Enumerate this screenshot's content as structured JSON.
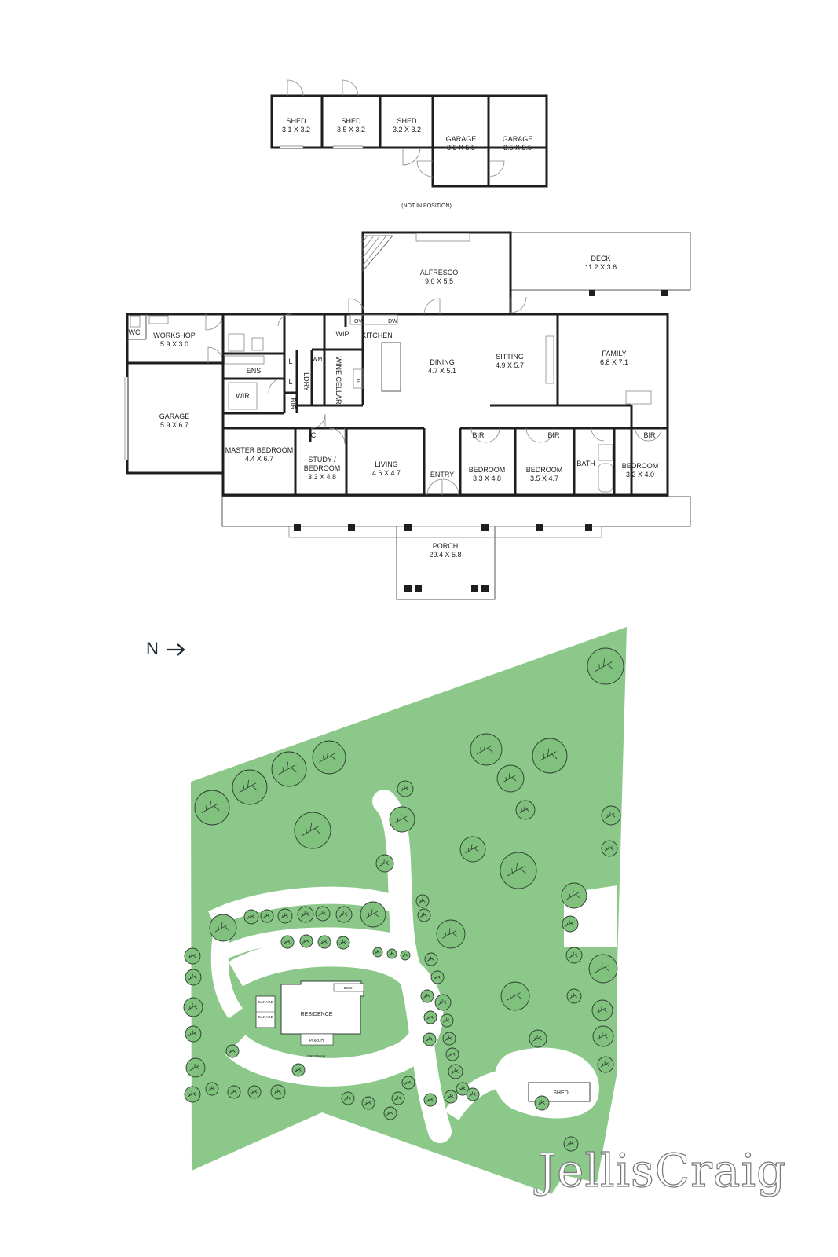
{
  "outbuildings": {
    "shed1": {
      "name": "SHED",
      "size": "3.1 X 3.2"
    },
    "shed2": {
      "name": "SHED",
      "size": "3.5 X 3.2"
    },
    "shed3": {
      "name": "SHED",
      "size": "3.2 X 3.2"
    },
    "garage1": {
      "name": "GARAGE",
      "size": "3.3 X 5.5"
    },
    "garage2": {
      "name": "GARAGE",
      "size": "3.5 X 5.5"
    },
    "note": "(NOT IN POSITION)"
  },
  "rooms": {
    "alfresco": {
      "name": "ALFRESCO",
      "size": "9.0 X 5.5"
    },
    "deck": {
      "name": "DECK",
      "size": "11.2 X 3.6"
    },
    "workshop": {
      "name": "WORKSHOP",
      "size": "5.9 X 3.0"
    },
    "wc": {
      "name": "WC"
    },
    "garage": {
      "name": "GARAGE",
      "size": "5.9 X 6.7"
    },
    "ens": {
      "name": "ENS"
    },
    "wir": {
      "name": "WIR"
    },
    "ldry": {
      "name": "LDRY"
    },
    "wm": {
      "name": "WM"
    },
    "l1": {
      "name": "L"
    },
    "l2": {
      "name": "L"
    },
    "bir_hall": {
      "name": "BIR"
    },
    "wine_cellar": {
      "name": "WINE CELLAR"
    },
    "wip": {
      "name": "WIP"
    },
    "ov": {
      "name": "OV"
    },
    "dw": {
      "name": "DW"
    },
    "f": {
      "name": "F"
    },
    "kitchen": {
      "name": "KITCHEN"
    },
    "dining": {
      "name": "DINING",
      "size": "4.7 X 5.1"
    },
    "sitting": {
      "name": "SITTING",
      "size": "4.9 X 5.7"
    },
    "family": {
      "name": "FAMILY",
      "size": "6.8 X 7.1"
    },
    "master": {
      "name": "MASTER BEDROOM",
      "size": "4.4 X 6.7"
    },
    "c": {
      "name": "C"
    },
    "study": {
      "name1": "STUDY /",
      "name2": "BEDROOM",
      "size": "3.3 X 4.8"
    },
    "living": {
      "name": "LIVING",
      "size": "4.6 X 4.7"
    },
    "entry": {
      "name": "ENTRY"
    },
    "bed1": {
      "name": "BEDROOM",
      "size": "3.3 X 4.8",
      "bir": "BIR"
    },
    "bed2": {
      "name": "BEDROOM",
      "size": "3.5 X 4.7",
      "bir": "BIR"
    },
    "bath": {
      "name": "BATH"
    },
    "bed3": {
      "name": "BEDROOM",
      "size": "3.2 X 4.0",
      "bir": "BIR"
    },
    "porch": {
      "name": "PORCH",
      "size": "29.4 X 5.8"
    }
  },
  "north": {
    "label": "N",
    "arrow": "→"
  },
  "site": {
    "residence": "RESIDENCE",
    "garage_a": "GARAGE",
    "garage_b": "GARAGE",
    "deck": "DECK",
    "porch": "PORCH",
    "driveway": "DRIVEWAY",
    "shed": "SHED",
    "colors": {
      "grass": "#8cc88a",
      "tree": "#7fc17d",
      "line": "#2f3b33"
    }
  },
  "brand": {
    "logo": "JellisCraig"
  }
}
